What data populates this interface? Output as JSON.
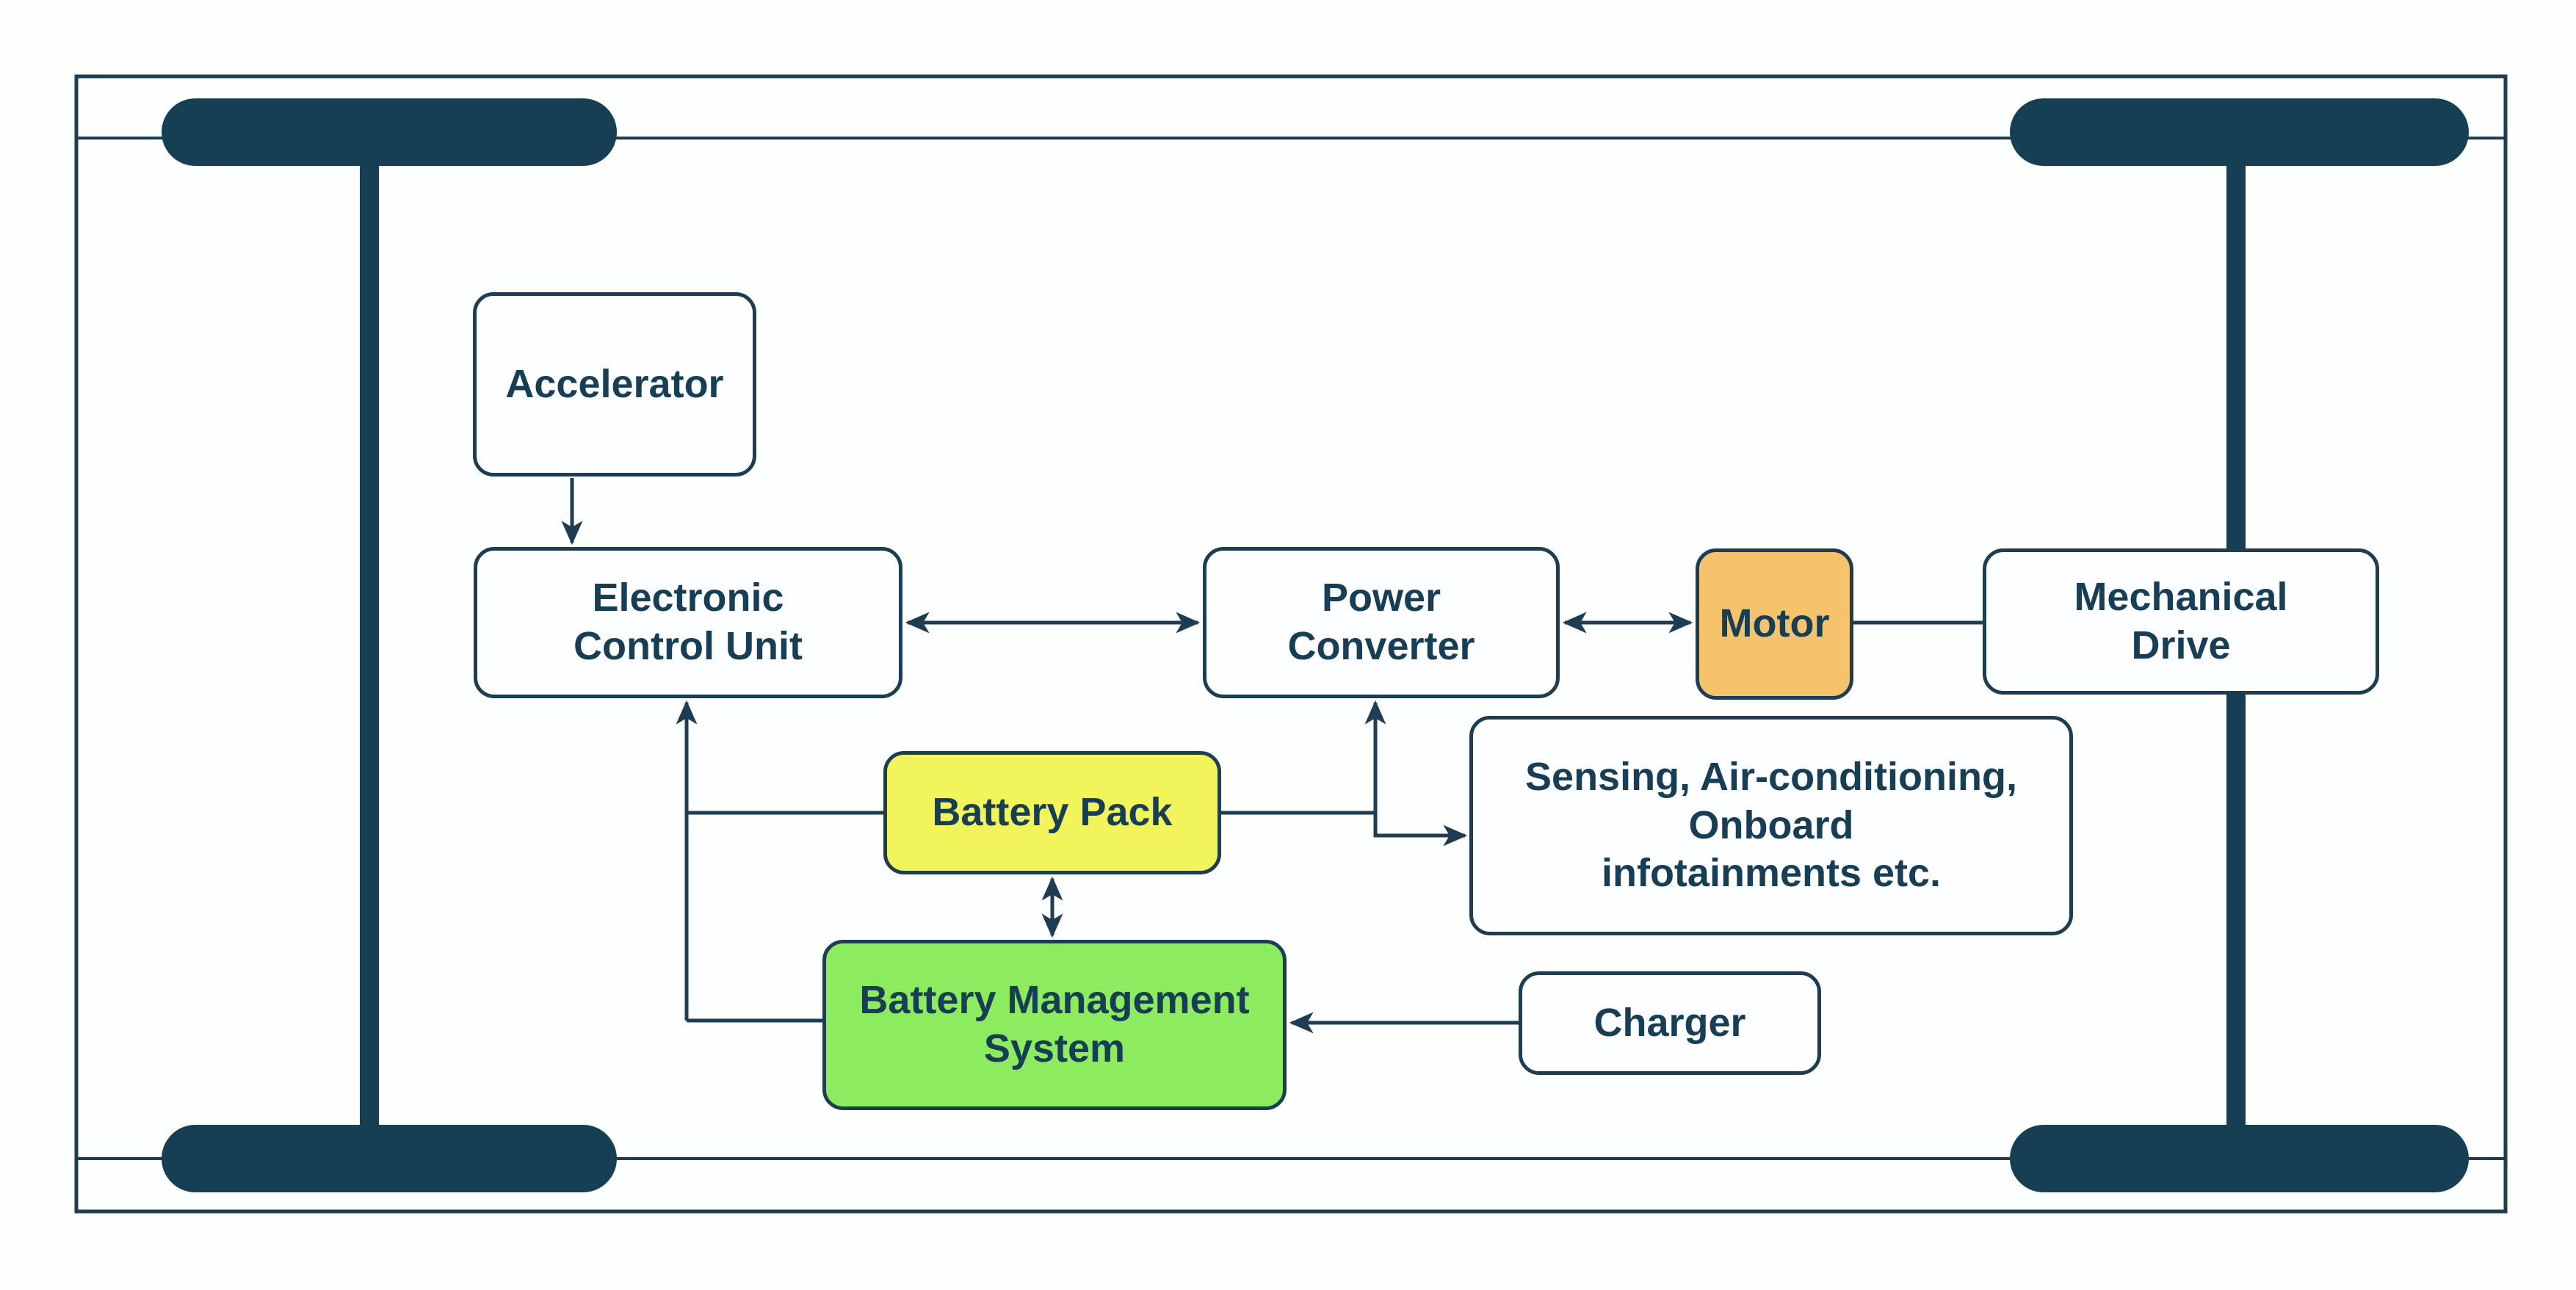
{
  "diagram": {
    "nodes": [
      {
        "id": "accelerator",
        "label": "Accelerator",
        "lines": [
          "Accelerator"
        ],
        "fill": "#fdfeff"
      },
      {
        "id": "ecu",
        "label": "Electronic Control Unit",
        "lines": [
          "Electronic",
          "Control Unit"
        ],
        "fill": "#fdfeff"
      },
      {
        "id": "power-converter",
        "label": "Power Converter",
        "lines": [
          "Power",
          "Converter"
        ],
        "fill": "#fdfeff"
      },
      {
        "id": "motor",
        "label": "Motor",
        "lines": [
          "Motor"
        ],
        "fill": "#f4c36c"
      },
      {
        "id": "mechanical-drive",
        "label": "Mechanical Drive",
        "lines": [
          "Mechanical",
          "Drive"
        ],
        "fill": "#fdfeff"
      },
      {
        "id": "battery-pack",
        "label": "Battery Pack",
        "lines": [
          "Battery Pack"
        ],
        "fill": "#f2f45c"
      },
      {
        "id": "sensing",
        "label": "Sensing, Air-conditioning, Onboard infotainments etc.",
        "lines": [
          "Sensing, Air-conditioning,",
          "Onboard",
          "infotainments etc."
        ],
        "fill": "#fdfeff"
      },
      {
        "id": "bms",
        "label": "Battery Management System",
        "lines": [
          "Battery Management",
          "System"
        ],
        "fill": "#8ceb5f"
      },
      {
        "id": "charger",
        "label": "Charger",
        "lines": [
          "Charger"
        ],
        "fill": "#fdfeff"
      }
    ],
    "edges": [
      {
        "from": "accelerator",
        "to": "ecu",
        "arrows": "forward"
      },
      {
        "from": "ecu",
        "to": "power-converter",
        "arrows": "both"
      },
      {
        "from": "power-converter",
        "to": "motor",
        "arrows": "both"
      },
      {
        "from": "motor",
        "to": "mechanical-drive",
        "arrows": "none"
      },
      {
        "from": "battery-pack",
        "to": "ecu",
        "arrows": "forward"
      },
      {
        "from": "bms",
        "to": "ecu",
        "arrows": "forward"
      },
      {
        "from": "battery-pack",
        "to": "bms",
        "arrows": "both"
      },
      {
        "from": "battery-pack",
        "to": "power-converter",
        "arrows": "forward"
      },
      {
        "from": "battery-pack",
        "to": "sensing",
        "arrows": "forward"
      },
      {
        "from": "charger",
        "to": "bms",
        "arrows": "forward"
      }
    ],
    "colors": {
      "ink": "#1e3c52",
      "wheel_fill": "#163f54",
      "text": "#173e54",
      "motor_fill": "#f4c36c",
      "battery_fill": "#f2f45c",
      "bms_fill": "#8ceb5f",
      "node_fill": "#fdfeff"
    }
  }
}
